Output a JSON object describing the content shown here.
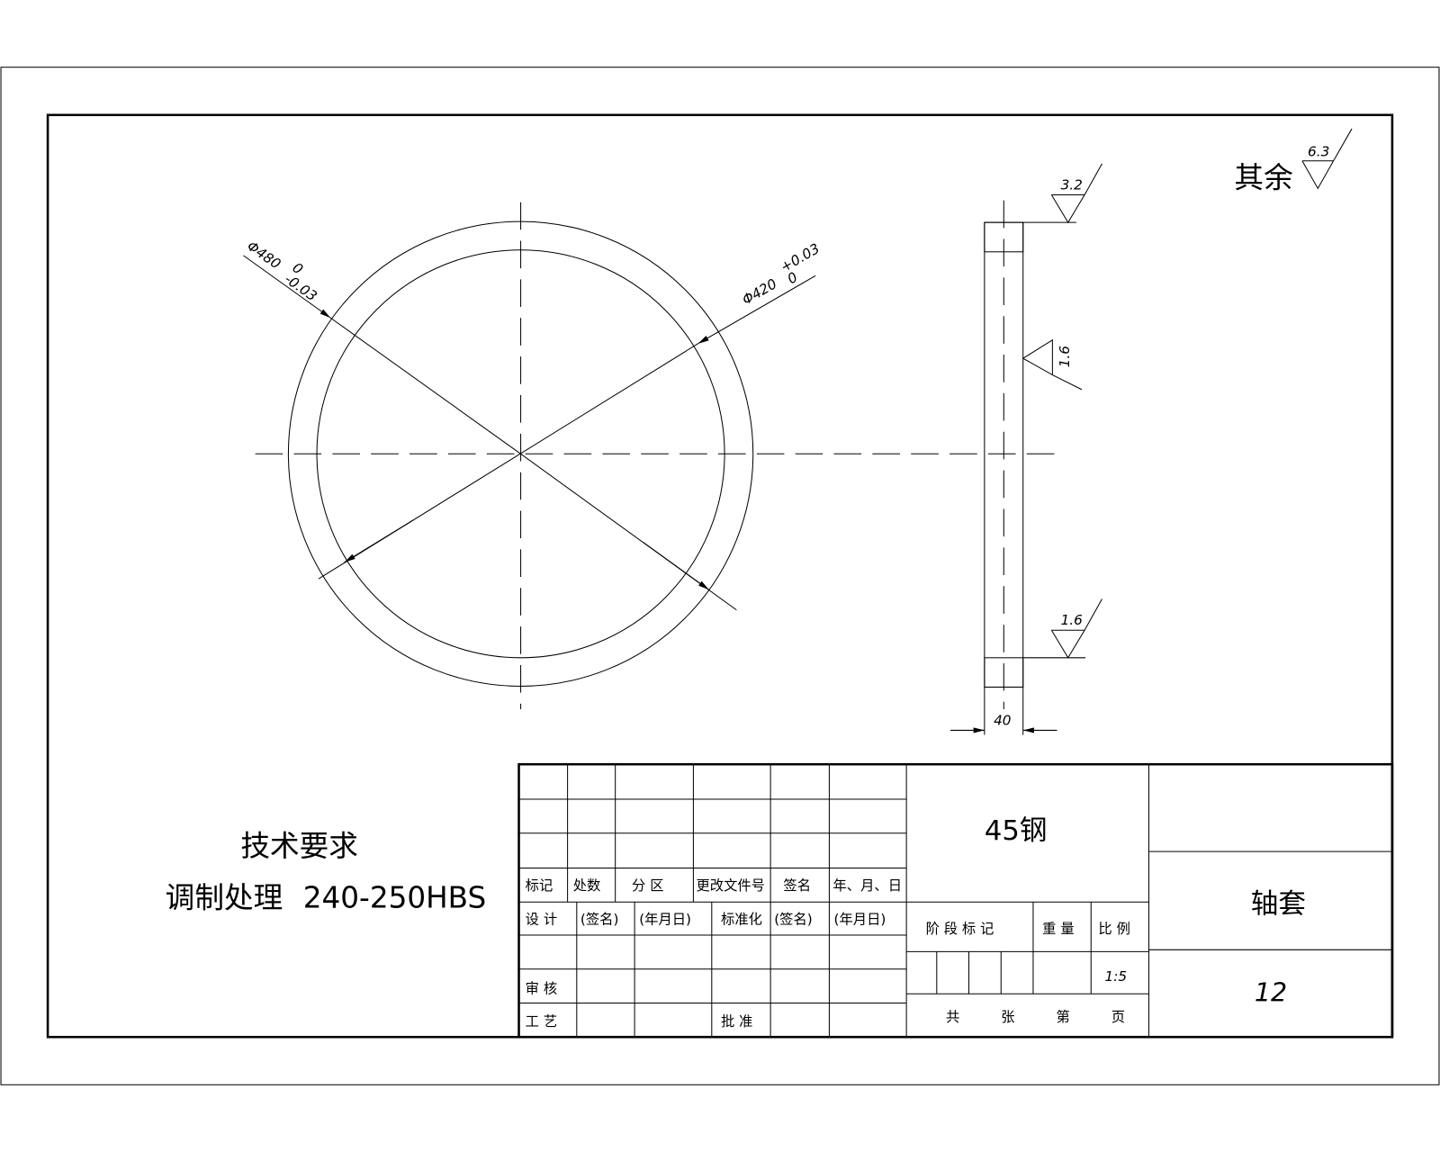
{
  "drawing": {
    "dimensions": {
      "outer_diameter": "Φ480",
      "outer_tol_upper": "0",
      "outer_tol_lower": "-0.03",
      "inner_diameter": "Φ420",
      "inner_tol_upper": "+0.03",
      "inner_tol_lower": "0",
      "width": "40"
    },
    "roughness": {
      "top": "3.2",
      "side": "1.6",
      "bottom": "1.6",
      "rest_label": "其余",
      "rest_value": "6.3"
    },
    "tech_requirements": {
      "title": "技术要求",
      "line1": "调制处理",
      "line1_value": "240-250HBS"
    }
  },
  "title_block": {
    "header_row": [
      "标记",
      "处数",
      "分 区",
      "更改文件号",
      "签名",
      "年、月、日"
    ],
    "design_row": [
      "设 计",
      "(签名)",
      "(年月日)",
      "标准化",
      "(签名)",
      "(年月日)"
    ],
    "review_label": "审 核",
    "process_label": "工 艺",
    "approve_label": "批 准",
    "stage_header": [
      "阶 段 标 记",
      "重 量",
      "比 例"
    ],
    "scale": "1:5",
    "sheets": [
      "共",
      "张",
      "第",
      "页"
    ],
    "material": "45钢",
    "part_name": "轴套",
    "drawing_number": "12"
  }
}
